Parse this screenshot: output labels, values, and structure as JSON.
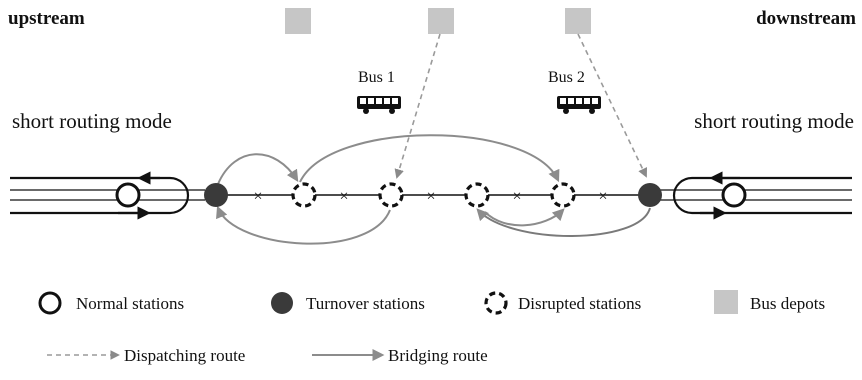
{
  "header": {
    "upstream": "upstream",
    "downstream": "downstream"
  },
  "modes": {
    "left": "short routing mode",
    "right": "short routing mode"
  },
  "buses": {
    "bus1": "Bus 1",
    "bus2": "Bus 2"
  },
  "legend": {
    "normal": "Normal stations",
    "turnover": "Turnover stations",
    "disrupted": "Disrupted stations",
    "depots": "Bus depots",
    "dispatching": "Dispatching route",
    "bridging": "Bridging route"
  },
  "segment_marker": "×",
  "colors": {
    "line": "#111111",
    "turnover": "#3a3a3a",
    "depot": "#c6c6c6",
    "bridging": "#8c8c8c",
    "dispatching": "#9a9a9a"
  },
  "icons": {
    "bus": "bus-icon",
    "arrow": "arrowhead"
  }
}
